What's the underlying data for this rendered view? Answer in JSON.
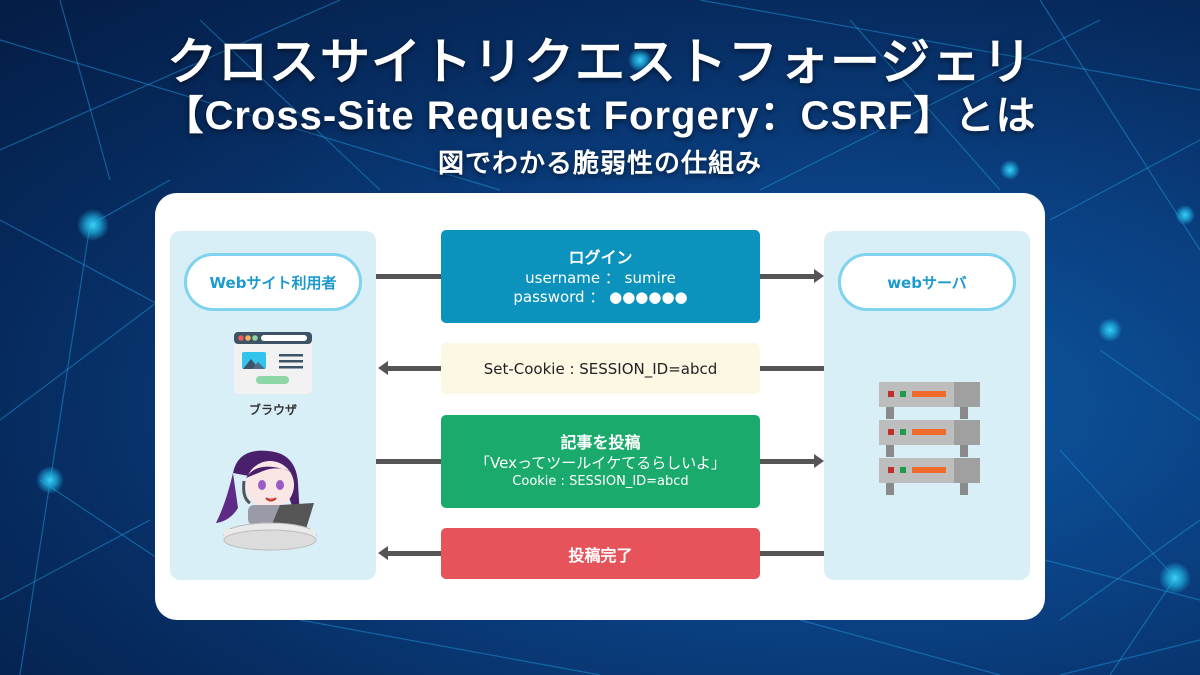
{
  "title": {
    "line1": "クロスサイトリクエストフォージェリ",
    "line2": "【Cross-Site Request Forgery：CSRF】とは",
    "line3": "図でわかる脆弱性の仕組み"
  },
  "left_column": {
    "actor_label": "Webサイト利用者",
    "browser_label": "ブラウザ",
    "browser_icon": "browser-window-icon",
    "avatar_icon": "user-character-illustration"
  },
  "right_column": {
    "actor_label": "webサーバ",
    "server_icon": "server-rack-icon"
  },
  "messages": [
    {
      "title": "ログイン",
      "lines": [
        "username ： sumire",
        "password ： ●●●●●●"
      ],
      "direction": "to-server",
      "color": "#0b93bd"
    },
    {
      "title": "",
      "lines": [
        "Set-Cookie : SESSION_ID=abcd"
      ],
      "direction": "to-user",
      "color": "#fdf8e4"
    },
    {
      "title": "記事を投稿",
      "lines": [
        "「Vexってツールイケてるらしいよ」",
        "Cookie : SESSION_ID=abcd"
      ],
      "direction": "to-server",
      "color": "#1aaa6c"
    },
    {
      "title": "投稿完了",
      "lines": [],
      "direction": "to-user",
      "color": "#e7535b"
    }
  ]
}
